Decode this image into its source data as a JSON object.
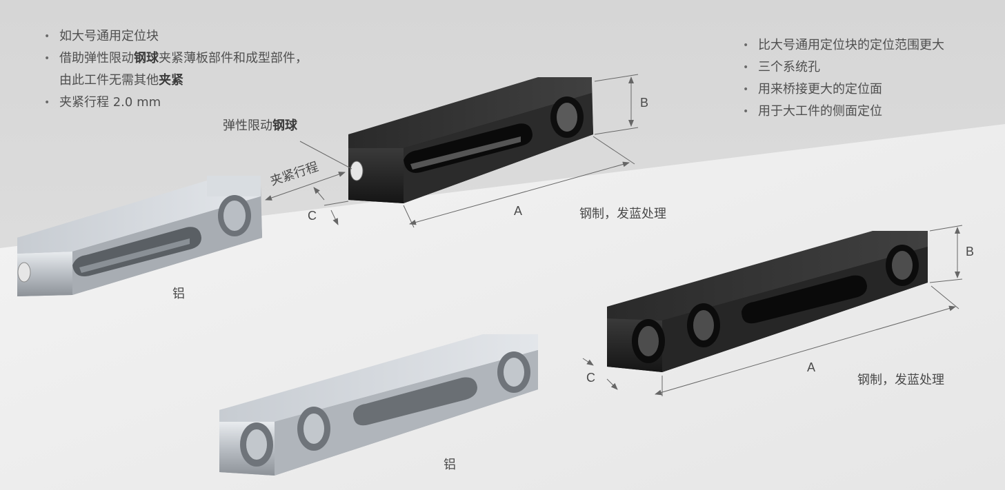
{
  "left_bullets": {
    "item1": "如大号通用定位块",
    "item2_pre": "借助弹性限动",
    "item2_bold1": "钢球",
    "item2_mid": "夹紧薄板部件和成型部件，",
    "item2_line2_pre": "由此工件无需其他",
    "item2_bold2": "夹紧",
    "item3": "夹紧行程 2.0 mm"
  },
  "right_bullets": [
    "比大号通用定位块的定位范围更大",
    "三个系统孔",
    "用来桥接更大的定位面",
    "用于大工件的侧面定位"
  ],
  "labels": {
    "ball_pre": "弹性限动",
    "ball_bold": "钢球",
    "travel": "夹紧行程",
    "steel_top": "钢制，发蓝处理",
    "steel_bottom": "钢制，发蓝处理",
    "alu_top": "铝",
    "alu_bottom": "铝"
  },
  "dims": {
    "a1": "A",
    "b1": "B",
    "c1": "C",
    "a2": "A",
    "b2": "B",
    "c2": "C"
  }
}
